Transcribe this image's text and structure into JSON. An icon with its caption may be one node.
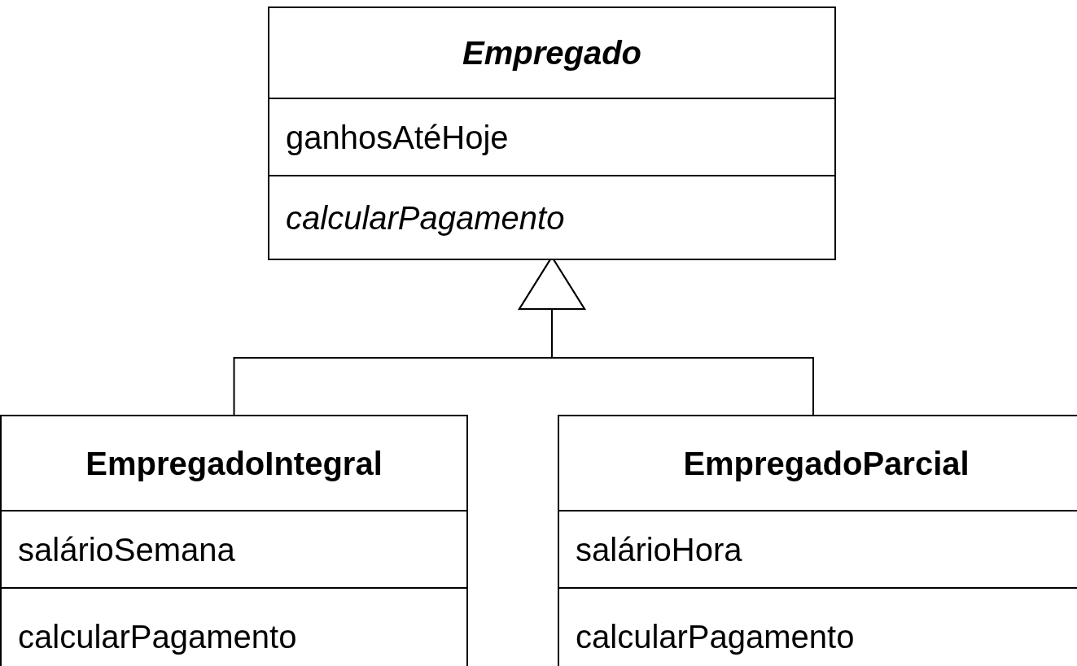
{
  "diagram": {
    "nodes": [
      {
        "text": [
          "Empregado",
          "ganhosAtéHoje",
          "calcularPagamento"
        ]
      },
      {
        "text": [
          "EmpregadoIntegral",
          "salárioSemana",
          "calcularPagamento"
        ]
      },
      {
        "text": [
          "EmpregadoParcial",
          "salárioHora",
          "calcularPagamento"
        ]
      }
    ],
    "edges": [
      {
        "from": 1,
        "to": 0,
        "arrow": "to"
      },
      {
        "from": 2,
        "to": 0,
        "arrow": "to"
      }
    ]
  }
}
